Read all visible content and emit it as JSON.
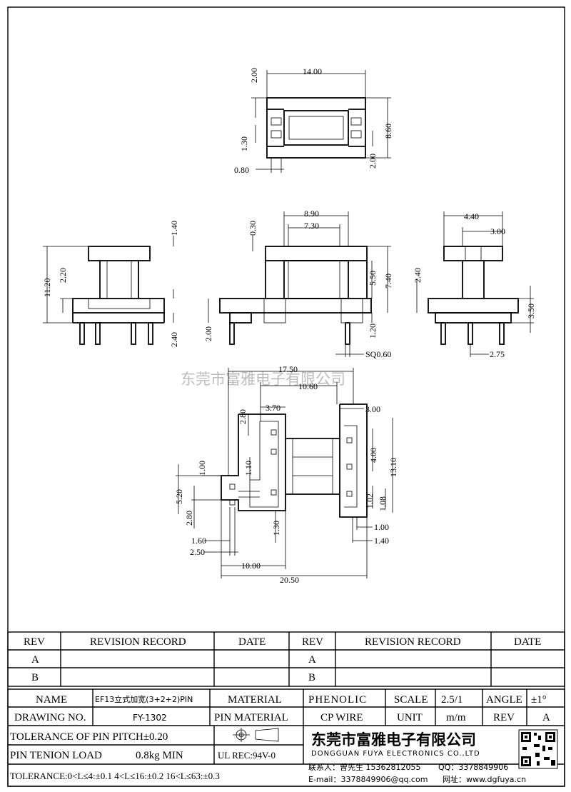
{
  "watermark": "东莞市富雅电子有限公司",
  "dims": {
    "top_14_00": "14.00",
    "top_2_00a": "2.00",
    "top_8_60": "8.60",
    "top_1_30": "1.30",
    "top_0_80": "0.80",
    "top_2_00b": "2.00",
    "left_1_40": "1.40",
    "left_11_20": "11.20",
    "left_2_20": "2.20",
    "left_2_40": "2.40",
    "mid_8_90": "8.90",
    "mid_7_30": "7.30",
    "mid_0_30": "0.30",
    "mid_5_50": "5.50",
    "mid_7_40": "7.40",
    "mid_1_20": "1.20",
    "mid_2_00": "2.00",
    "mid_sq": "SQ0.60",
    "right_4_40": "4.40",
    "right_3_00": "3.00",
    "right_2_40": "2.40",
    "right_3_50": "3.50",
    "right_2_75": "2.75",
    "bot_17_50": "17.50",
    "bot_10_60": "10.60",
    "bot_3_70": "3.70",
    "bot_2_80a": "2.80",
    "bot_3_00": "3.00",
    "bot_4_00": "4.00",
    "bot_13_10": "13.10",
    "bot_1_00a": "1.00",
    "bot_1_10": "1.10",
    "bot_5_20": "5.20",
    "bot_2_80b": "2.80",
    "bot_1_02": "1.02",
    "bot_1_08": "1.08",
    "bot_1_00b": "1.00",
    "bot_1_40": "1.40",
    "bot_1_30": "1.30",
    "bot_1_60": "1.60",
    "bot_2_50": "2.50",
    "bot_10_00": "10.00",
    "bot_20_50": "20.50"
  },
  "revision_table": {
    "rev_header": "REV",
    "record_header": "REVISION RECORD",
    "date_header": "DATE",
    "rows": [
      "A",
      "B"
    ]
  },
  "title_block": {
    "name_label": "NAME",
    "name_value": "EF13立式加宽(3+2+2)PIN",
    "material_label": "MATERIAL",
    "material_value": "PHENOLIC",
    "scale_label": "SCALE",
    "scale_value": "2.5/1",
    "angle_label": "ANGLE",
    "angle_value": "±1°",
    "drawing_no_label": "DRAWING NO.",
    "drawing_no_value": "FY-1302",
    "pin_material_label": "PIN MATERIAL",
    "pin_material_value": "CP WIRE",
    "unit_label": "UNIT",
    "unit_value": "m/m",
    "rev_label": "REV",
    "rev_value": "A",
    "tolerance_pitch": "TOLERANCE OF PIN PITCH±0.20",
    "pin_tension_label": "PIN TENION LOAD",
    "pin_tension_value": "0.8kg MIN",
    "ul_rec": "UL REC:94V-0",
    "tolerance_line": "TOLERANCE:0<L≤4:±0.1  4<L≤16:±0.2  16<L≤63:±0.3"
  },
  "company": {
    "name_cn": "东莞市富雅电子有限公司",
    "name_en": "DONGGUAN FUYA ELECTRONICS CO.,LTD",
    "contact": "联系人：曾先生 15362812055",
    "qq": "QQ：3378849906",
    "email": "E-mail：3378849906@qq.com",
    "website": "网址：www.dgfuya.cn"
  }
}
